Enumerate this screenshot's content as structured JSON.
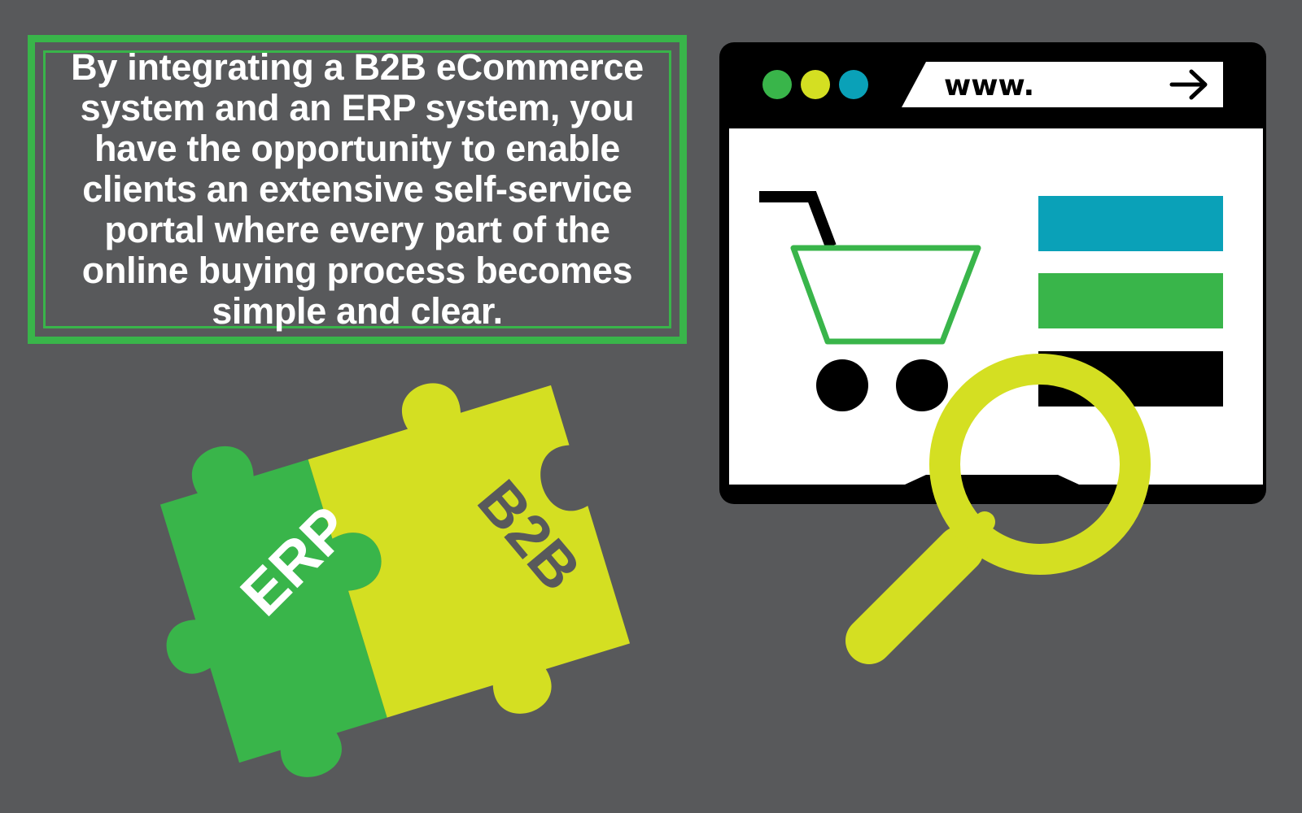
{
  "intro": {
    "text": "By integrating a B2B eCommerce system and an ERP system, you have the opportunity to enable clients an extensive self-service portal where every part of the online buying process becomes simple and clear."
  },
  "browser": {
    "url_text": "www.",
    "arrow": "→",
    "traffic_lights": [
      "#39b54a",
      "#d4df22",
      "#0aa1b8"
    ]
  },
  "puzzle": {
    "left_label": "ERP",
    "right_label": "B2B"
  },
  "icons": [
    "shopping-cart-icon",
    "magnifying-glass-icon",
    "go-arrow-icon",
    "puzzle-piece-icon"
  ],
  "colors": {
    "background": "#58595b",
    "green": "#39b54a",
    "lime": "#d4df22",
    "teal": "#0aa1b8",
    "black": "#000000",
    "white": "#ffffff"
  }
}
